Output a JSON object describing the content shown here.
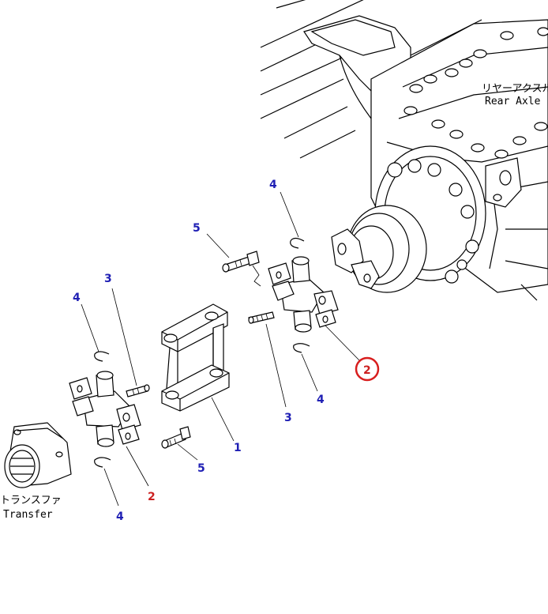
{
  "colors": {
    "part_number": "#1f1fb4",
    "highlight_number": "#cc1f1f",
    "highlight_circle": "#d81e1e",
    "line": "#000000"
  },
  "labels": {
    "rear_axle_jp": "リヤーアクスル",
    "rear_axle_en": "Rear Axle",
    "transfer_jp": "トランスファ",
    "transfer_en": "Transfer"
  },
  "part_numbers": {
    "n1": "1",
    "n2_upper": "2",
    "n2_lower": "2",
    "n3_upper": "3",
    "n3_lower": "3",
    "n4_a": "4",
    "n4_b": "4",
    "n4_c": "4",
    "n4_d": "4",
    "n5_upper": "5",
    "n5_lower": "5"
  }
}
